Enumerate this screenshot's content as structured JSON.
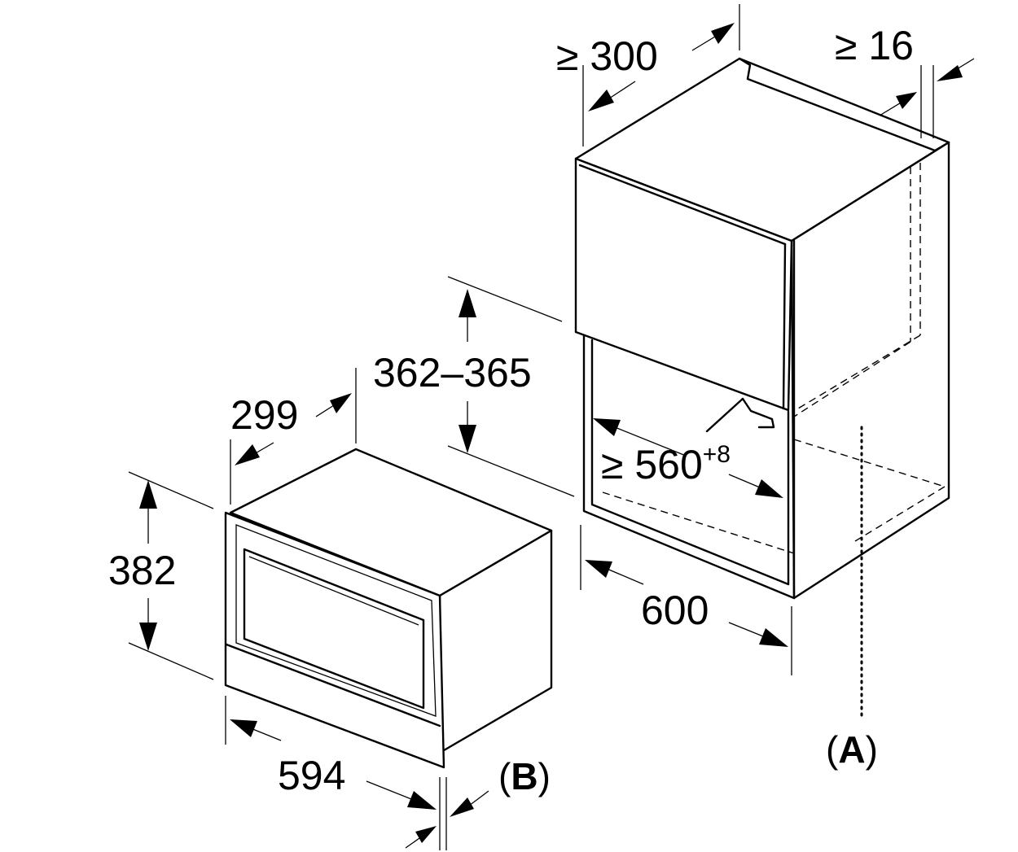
{
  "dimensions": {
    "niche_depth": "≥ 300",
    "rear_gap": "≥ 16",
    "niche_height": "362–365",
    "niche_width_value": "≥ 560",
    "niche_width_tolerance": "+8",
    "cabinet_width": "600",
    "appliance_depth": "299",
    "appliance_height": "382",
    "appliance_width": "594"
  },
  "references": {
    "a_open": "(",
    "a_letter": "A",
    "a_close": ")",
    "b_open": "(",
    "b_letter": "B",
    "b_close": ")"
  }
}
